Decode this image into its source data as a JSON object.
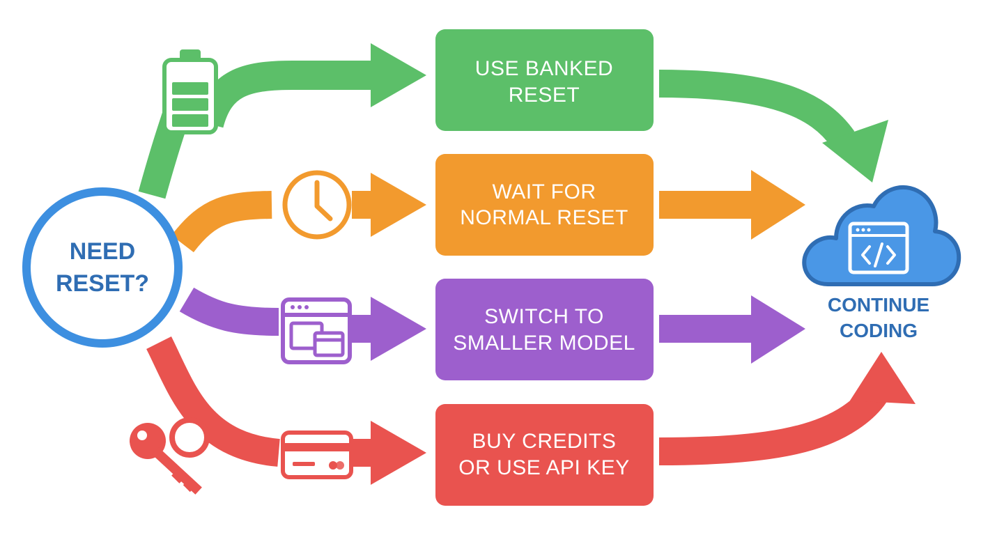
{
  "colors": {
    "green": "#5cbf69",
    "orange": "#f29a2e",
    "purple": "#9d5fcd",
    "red": "#e9534f",
    "blue": "#3d8fe0",
    "blue_text": "#2f6db3",
    "cloud_fill": "#4a97e6"
  },
  "start": {
    "line1": "NEED",
    "line2": "RESET?"
  },
  "options": [
    {
      "line1": "USE BANKED",
      "line2": "RESET",
      "icon": "battery-icon"
    },
    {
      "line1": "WAIT FOR",
      "line2": "NORMAL RESET",
      "icon": "clock-icon"
    },
    {
      "line1": "SWITCH TO",
      "line2": "SMALLER MODEL",
      "icon": "windows-icon"
    },
    {
      "line1": "BUY CREDITS",
      "line2": "OR USE API KEY",
      "icon": "credit-card-icon"
    }
  ],
  "end": {
    "line1": "CONTINUE",
    "line2": "CODING",
    "icon": "cloud-code-icon"
  },
  "extra_icons": [
    "key-icon"
  ]
}
